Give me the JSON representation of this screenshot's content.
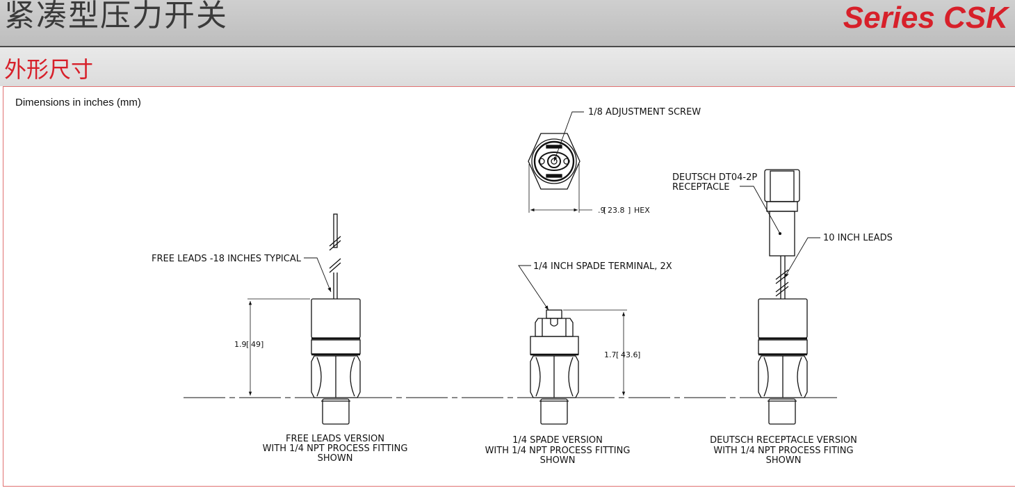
{
  "header": {
    "title_cn": "紧凑型压力开关",
    "series": "Series CSK",
    "accent_color": "#d7202a"
  },
  "section": {
    "title_cn": "外形尺寸"
  },
  "drawing": {
    "units_note": "Dimensions in inches (mm)",
    "top_view": {
      "callout": "1/8 ADJUSTMENT SCREW",
      "hex_dim": ".9",
      "hex_dim_mm": "23.8",
      "hex_suffix": "HEX"
    },
    "free_leads": {
      "callout": "FREE LEADS -18 INCHES TYPICAL",
      "height_dim": "1.9",
      "height_dim_mm": "49",
      "caption": [
        "FREE LEADS VERSION",
        "WITH 1/4 NPT PROCESS FITTING",
        "SHOWN"
      ]
    },
    "spade": {
      "callout": "1/4 INCH SPADE TERMINAL, 2X",
      "height_dim": "1.7",
      "height_dim_mm": "43.6",
      "caption": [
        "1/4 SPADE VERSION",
        "WITH 1/4 NPT PROCESS FITTING",
        "SHOWN"
      ]
    },
    "deutsch": {
      "callout_receptacle": [
        "DEUTSCH DT04-2P",
        "RECEPTACLE"
      ],
      "callout_leads": "10 INCH LEADS",
      "caption": [
        "DEUTSCH RECEPTACLE VERSION",
        "WITH 1/4 NPT PROCESS FITING",
        "SHOWN"
      ]
    }
  }
}
